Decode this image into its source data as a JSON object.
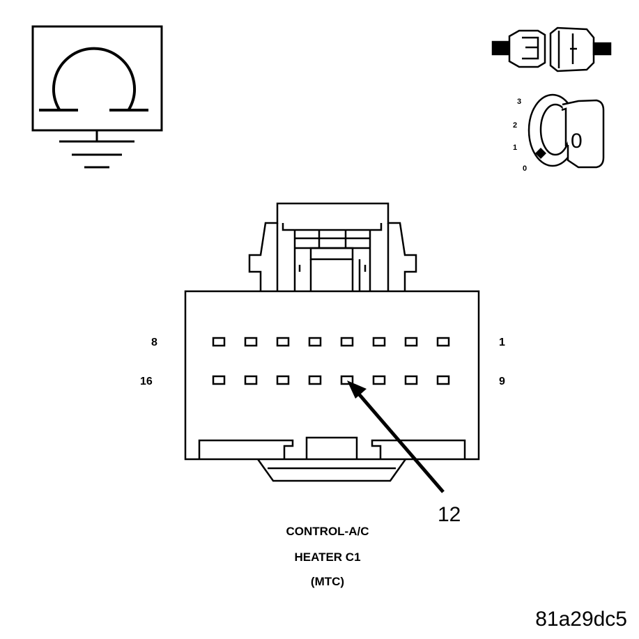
{
  "icons": {
    "ohmmeter": "ohmmeter-ground-icon",
    "disconnect": "disconnect-connector-icon",
    "ignition": "ignition-key-off-icon"
  },
  "ignition": {
    "positions": [
      "3",
      "2",
      "1",
      "0"
    ],
    "key_glyph": "0"
  },
  "connector": {
    "top_row": {
      "left_pin": "8",
      "right_pin": "1"
    },
    "bottom_row": {
      "left_pin": "16",
      "right_pin": "9"
    },
    "cavities_per_row": 8,
    "callout": {
      "label": "12"
    }
  },
  "caption": {
    "line1": "CONTROL-A/C",
    "line2": "HEATER C1",
    "line3": "(MTC)"
  },
  "figure_id": "81a29dc5"
}
